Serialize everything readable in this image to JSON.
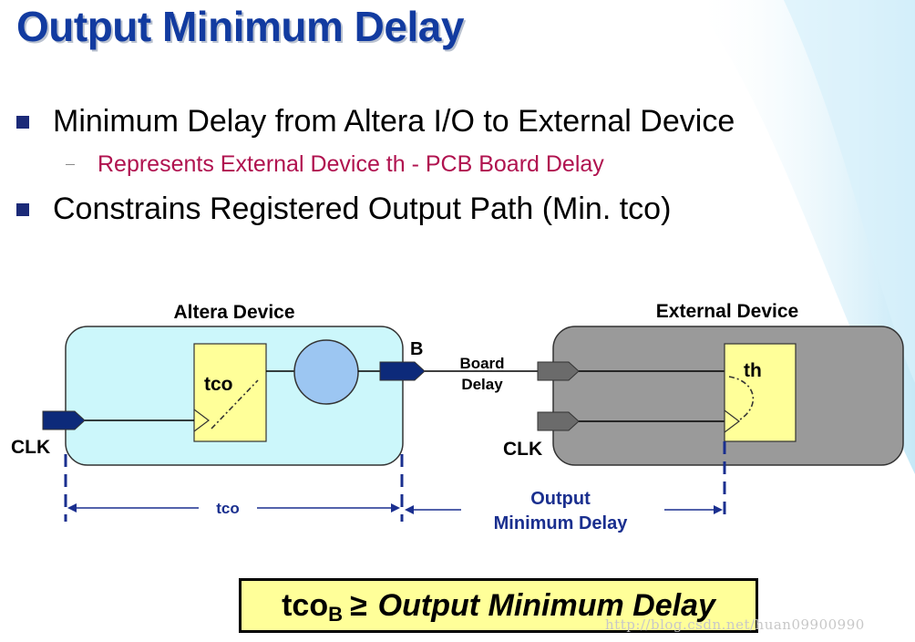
{
  "slide": {
    "title": "Output Minimum Delay",
    "bullets": [
      {
        "text": "Minimum Delay from Altera I/O to External Device"
      },
      {
        "text": "Constrains Registered Output Path (Min. tco)"
      }
    ],
    "sub_bullet": "Represents External Device th - PCB Board Delay"
  },
  "diagram": {
    "altera_label": "Altera Device",
    "external_label": "External Device",
    "clk_left": "CLK",
    "clk_right": "CLK",
    "pin_b": "B",
    "board_delay_line1": "Board",
    "board_delay_line2": "Delay",
    "ff_left": "tco",
    "ff_right": "th",
    "tco_span": "tco",
    "output_min_line1": "Output",
    "output_min_line2": "Minimum Delay"
  },
  "formula": {
    "lhs": "tco",
    "sub": "B",
    "op": "≥",
    "rhs": "Output Minimum Delay"
  },
  "watermark": "http://blog.csdn.net/huan09900990",
  "colors": {
    "title": "#123ba0",
    "sub_bullet": "#b0124f",
    "altera_box": "#ccf7fb",
    "external_box": "#9a9a9a",
    "flipflop": "#ffff99",
    "pin": "#0d2a7a",
    "circle": "#9cc6f2",
    "annotation": "#1a2f8f"
  }
}
